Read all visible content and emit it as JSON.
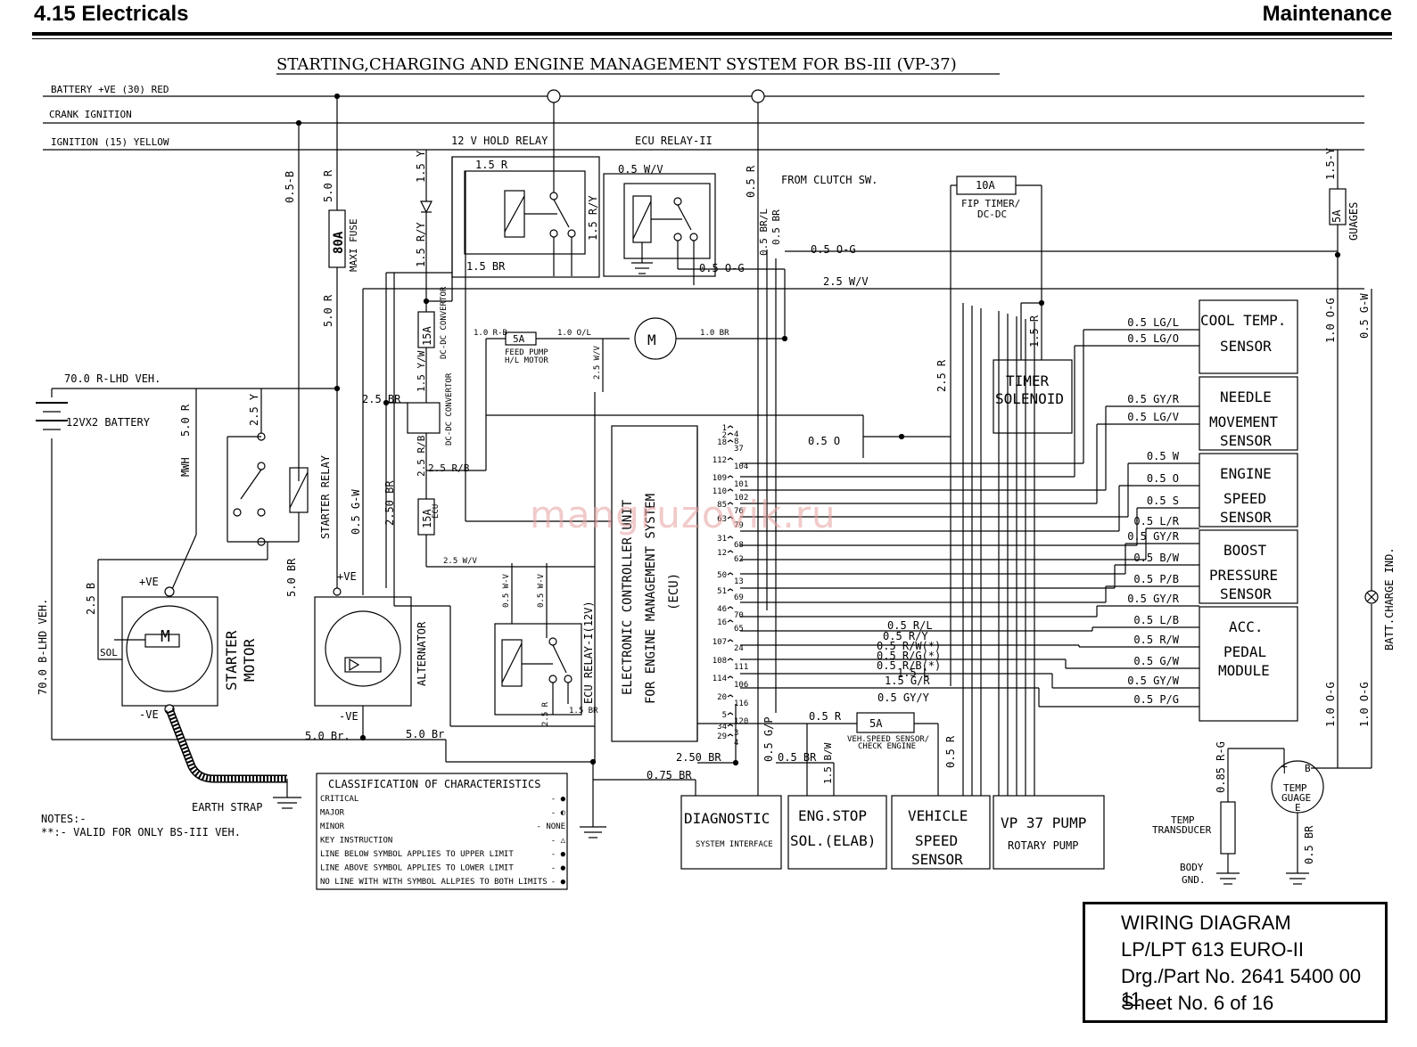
{
  "header": {
    "section": "4.15  Electricals",
    "right": "Maintenance"
  },
  "title": "STARTING,CHARGING AND ENGINE MANAGEMENT SYSTEM FOR BS-III (VP-37)",
  "watermark": "mangruzovik.ru",
  "rails": {
    "battery": "BATTERY +VE   (30)       RED",
    "crank": "CRANK IGNITION",
    "ignition": "IGNITION    (15)       YELLOW"
  },
  "battery": {
    "wire": "70.0 R-LHD VEH.",
    "label": "12VX2 BATTERY",
    "return_wire": "70.0 B-LHD VEH."
  },
  "starter": {
    "label1": "STARTER",
    "label2": "MOTOR",
    "m": "M",
    "pos": "+VE",
    "neg": "-VE",
    "sol": "SOL",
    "relay": "STARTER RELAY",
    "earth": "EARTH STRAP"
  },
  "alternator": {
    "label": "ALTERNATOR",
    "pos": "+VE",
    "neg": "-VE"
  },
  "fuse_main": {
    "value": "80A",
    "label": "MAXI FUSE"
  },
  "relays": {
    "hold": "12 V HOLD RELAY",
    "ecu2": "ECU RELAY-II",
    "ecu1": "ECU RELAY-I(12V)"
  },
  "fuses": {
    "f15a_dc": "15A",
    "dc_label": "DC-DC CONVERTOR",
    "f15a_ecu": "15A",
    "ecu_label": "ECU",
    "f5a_pump": "5A",
    "pump_label1": "FEED PUMP",
    "pump_label2": "H/L MOTOR",
    "f10a": "10A",
    "f10a_label1": "FIP TIMER/",
    "f10a_label2": "DC-DC",
    "f5a_gauge": "5A",
    "gauge_label": "GUAGES",
    "f5a_speed": "5A",
    "speed_label1": "VEH.SPEED SENSOR/",
    "speed_label2": "CHECK ENGINE"
  },
  "dc_convertor": "DC-DC CONVERTOR",
  "motor_m": "M",
  "clutch": "FROM CLUTCH SW.",
  "ecu": {
    "line1": "ELECTRONIC CONTROLLER UNIT",
    "line2": "FOR ENGINE MANAGEMENT SYSTEM",
    "line3": "(ECU)"
  },
  "ecu_pins_left": [
    "1",
    "2",
    "18",
    "112",
    "109",
    "110",
    "85",
    "63",
    "31",
    "12",
    "50",
    "51",
    "46",
    "16",
    "107",
    "108",
    "114",
    "20",
    "5",
    "34",
    "29"
  ],
  "ecu_pins_right": [
    "4",
    "8",
    "37",
    "104",
    "101",
    "102",
    "76",
    "79",
    "68",
    "62",
    "13",
    "69",
    "70",
    "65",
    "24",
    "111",
    "106",
    "116",
    "120",
    "3",
    "4"
  ],
  "sensors": [
    {
      "l1": "COOL  TEMP.",
      "l2": "SENSOR",
      "l3": ""
    },
    {
      "l1": "NEEDLE",
      "l2": "MOVEMENT",
      "l3": "SENSOR"
    },
    {
      "l1": "ENGINE",
      "l2": "SPEED",
      "l3": "SENSOR"
    },
    {
      "l1": "BOOST",
      "l2": "PRESSURE",
      "l3": "SENSOR"
    },
    {
      "l1": "ACC.",
      "l2": "PEDAL",
      "l3": "MODULE"
    }
  ],
  "timer": {
    "l1": "TIMER",
    "l2": "SOLENOID"
  },
  "bottom_boxes": [
    {
      "l1": "DIAGNOSTIC",
      "l2": "SYSTEM INTERFACE"
    },
    {
      "l1": "ENG.STOP",
      "l2": "SOL.(ELAB)"
    },
    {
      "l1": "VEHICLE",
      "l2": "SPEED",
      "l3": "SENSOR"
    },
    {
      "l1": "VP 37 PUMP",
      "l2": "ROTARY PUMP"
    }
  ],
  "temp_gauge": {
    "l1": "TEMP",
    "l2": "GUAGE",
    "t": "T",
    "b": "B",
    "e": "E",
    "transducer1": "TEMP",
    "transducer2": "TRANSDUCER",
    "gnd1": "BODY",
    "gnd2": "GND."
  },
  "batt_charge": "BATT.CHARGE IND.",
  "wires": {
    "w05b": "0.5-B",
    "w50r_a": "5.0 R",
    "w50r_b": "5.0 R",
    "w15r": "1.5 R",
    "w15y": "1.5 Y",
    "w15ry_a": "1.5 R/Y",
    "w15ry_b": "1.5 R/Y",
    "w15br": "1.5 BR",
    "w05wv": "0.5 W/V",
    "w05og_a": "0.5 O-G",
    "w05og_b": "0.5 O-G",
    "w25wv": "2.5 W/V",
    "w05r": "0.5 R",
    "w05brl": "0.5 BR/L",
    "w05br": "0.5 BR",
    "w10rb": "1.0 R-B",
    "w10ol": "1.0 O/L",
    "w10br": "1.0 BR",
    "w25wv_v": "2.5 W/V",
    "w15yw": "1.5 Y/W",
    "w25br": "2.5 BR",
    "w25rb": "2.5 R/B",
    "w25rb2": "2.5 R/B",
    "w25r": "2.5 R",
    "w250br": "2.50 BR",
    "w05gw": "0.5 G-W",
    "w50br_v": "5.0 BR",
    "w25y": "2.5 Y",
    "w50rwh": "5.0 R",
    "wmwh": "MWH",
    "w25b": "2.5 B",
    "w50br_a": "5.0 Br.",
    "w50br_b": "5.0 Br",
    "w05o": "0.5 O",
    "w05wv1": "0.5 W-V",
    "w05wv2": "0.5 W-V",
    "w25wv_h": "2.5 W/V",
    "w25r_b": "2.5 R",
    "w15br_r": "1.5 BR",
    "w15r_t": "1.5 R",
    "w15y_r": "1.5-Y",
    "w10og_a": "1.0 O-G",
    "w05gw_r": "0.5 G-W",
    "w10og_b": "1.0 O-G",
    "w10og_c": "1.0 O-G",
    "s_lgl": "0.5 LG/L",
    "s_lgo": "0.5 LG/O",
    "s_gyr": "0.5 GY/R",
    "s_lgv": "0.5 LG/V",
    "s_w": "0.5 W",
    "s_o": "0.5 O",
    "s_s": "0.5 S",
    "s_lr": "0.5 L/R",
    "s_gyr2": "0.5 GY/R",
    "s_bw": "0.5 B/W",
    "s_pb": "0.5 P/B",
    "s_gyr3": "0.5 GY/R",
    "s_lb": "0.5 L/B",
    "s_rw": "0.5 R/W",
    "s_gw": "0.5 G/W",
    "s_gyw": "0.5 GY/W",
    "s_pg": "0.5 P/G",
    "p_rl": "0.5 R/L",
    "p_ry": "0.5 R/Y",
    "p_rw": "0.5 R/W(*)",
    "p_rg": "0.5 R/G(*)",
    "p_rb": "0.5 R/B(*)",
    "p_15l": "1.5 L",
    "p_15gr": "1.5 G/R",
    "p_gyy": "0.5 GY/Y",
    "b_05r": "0.5 R",
    "b_250br": "2.50 BR",
    "b_075br": "0.75 BR",
    "b_05gp": "0.5 G/P",
    "b_05br": "0.5 BR",
    "b_15bw": "1.5 B/W",
    "b_05r2": "0.5 R",
    "g_085rg": "0.85 R-G",
    "g_05br": "0.5 BR"
  },
  "legend": {
    "title": "CLASSIFICATION OF CHARACTERISTICS",
    "rows": [
      {
        "label": "CRITICAL",
        "sym": "- ●"
      },
      {
        "label": "MAJOR",
        "sym": "- ◐"
      },
      {
        "label": "MINOR",
        "sym": "- NONE"
      },
      {
        "label": "KEY INSTRUCTION",
        "sym": "- △"
      },
      {
        "label": "LINE BELOW SYMBOL APPLIES TO UPPER LIMIT",
        "sym": "- ●"
      },
      {
        "label": "LINE ABOVE SYMBOL APPLIES TO LOWER LIMIT",
        "sym": "- ●"
      },
      {
        "label": "NO LINE WITH WITH SYMBOL ALLPIES TO BOTH LIMITS",
        "sym": "- ●"
      }
    ]
  },
  "notes": {
    "l1": "NOTES:-",
    "l2": "**:- VALID FOR ONLY BS-III VEH."
  },
  "title_block": {
    "l1": "WIRING DIAGRAM",
    "l2": "LP/LPT 613 EURO-II",
    "l3": "Drg./Part No. 2641 5400 00 11",
    "l4": "Sheet No. 6  of 16"
  }
}
